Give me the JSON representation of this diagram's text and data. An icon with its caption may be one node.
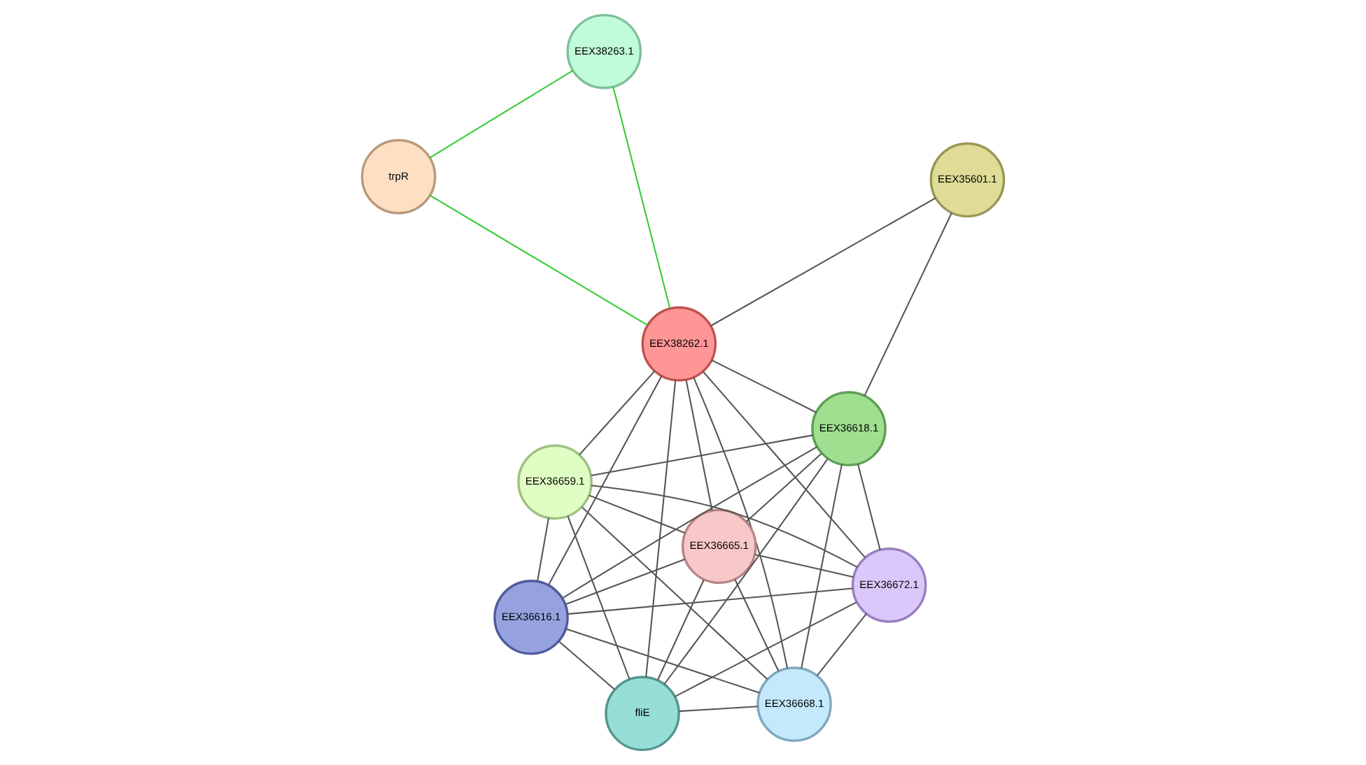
{
  "diagram": {
    "nodes": [
      {
        "text": [
          "trpR"
        ]
      },
      {
        "text": [
          "EEX38263.1"
        ]
      },
      {
        "text": [
          "EEX38262.1"
        ]
      },
      {
        "text": [
          "EEX35601.1"
        ]
      },
      {
        "text": [
          "EEX36618.1"
        ]
      },
      {
        "text": [
          "EEX36659.1"
        ]
      },
      {
        "text": [
          "fliE"
        ]
      },
      {
        "text": [
          "EEX36672.1"
        ]
      },
      {
        "text": [
          "EEX36616.1"
        ]
      },
      {
        "text": [
          "EEX36668.1"
        ]
      },
      {
        "text": [
          "EEX36665.1"
        ]
      }
    ],
    "edges": [
      {
        "from": 1,
        "to": 0,
        "arrow": "none",
        "color": "#33cc33"
      },
      {
        "from": 1,
        "to": 2,
        "arrow": "none",
        "color": "#33cc33"
      },
      {
        "from": 0,
        "to": 2,
        "arrow": "none",
        "color": "#33cc33"
      },
      {
        "from": 2,
        "to": 3,
        "arrow": "none"
      },
      {
        "from": 3,
        "to": 4,
        "arrow": "none"
      },
      {
        "from": 2,
        "to": 4,
        "arrow": "none"
      },
      {
        "from": 2,
        "to": 5,
        "arrow": "none"
      },
      {
        "from": 2,
        "to": 6,
        "arrow": "none"
      },
      {
        "from": 2,
        "to": 7,
        "arrow": "none"
      },
      {
        "from": 2,
        "to": 8,
        "arrow": "none"
      },
      {
        "from": 2,
        "to": 9,
        "arrow": "none"
      },
      {
        "from": 2,
        "to": 10,
        "arrow": "none"
      },
      {
        "from": 4,
        "to": 5,
        "arrow": "none"
      },
      {
        "from": 4,
        "to": 6,
        "arrow": "none"
      },
      {
        "from": 4,
        "to": 7,
        "arrow": "none"
      },
      {
        "from": 4,
        "to": 8,
        "arrow": "none"
      },
      {
        "from": 4,
        "to": 9,
        "arrow": "none"
      },
      {
        "from": 4,
        "to": 10,
        "arrow": "none"
      },
      {
        "from": 5,
        "to": 6,
        "arrow": "none"
      },
      {
        "from": 5,
        "to": 7,
        "arrow": "none"
      },
      {
        "from": 5,
        "to": 8,
        "arrow": "none"
      },
      {
        "from": 5,
        "to": 9,
        "arrow": "none"
      },
      {
        "from": 5,
        "to": 10,
        "arrow": "none"
      },
      {
        "from": 6,
        "to": 7,
        "arrow": "none"
      },
      {
        "from": 6,
        "to": 8,
        "arrow": "none"
      },
      {
        "from": 6,
        "to": 9,
        "arrow": "none"
      },
      {
        "from": 6,
        "to": 10,
        "arrow": "none"
      },
      {
        "from": 7,
        "to": 8,
        "arrow": "none"
      },
      {
        "from": 7,
        "to": 9,
        "arrow": "none"
      },
      {
        "from": 7,
        "to": 10,
        "arrow": "none"
      },
      {
        "from": 8,
        "to": 9,
        "arrow": "none"
      },
      {
        "from": 8,
        "to": 10,
        "arrow": "none"
      },
      {
        "from": 9,
        "to": 10,
        "arrow": "none"
      }
    ]
  }
}
